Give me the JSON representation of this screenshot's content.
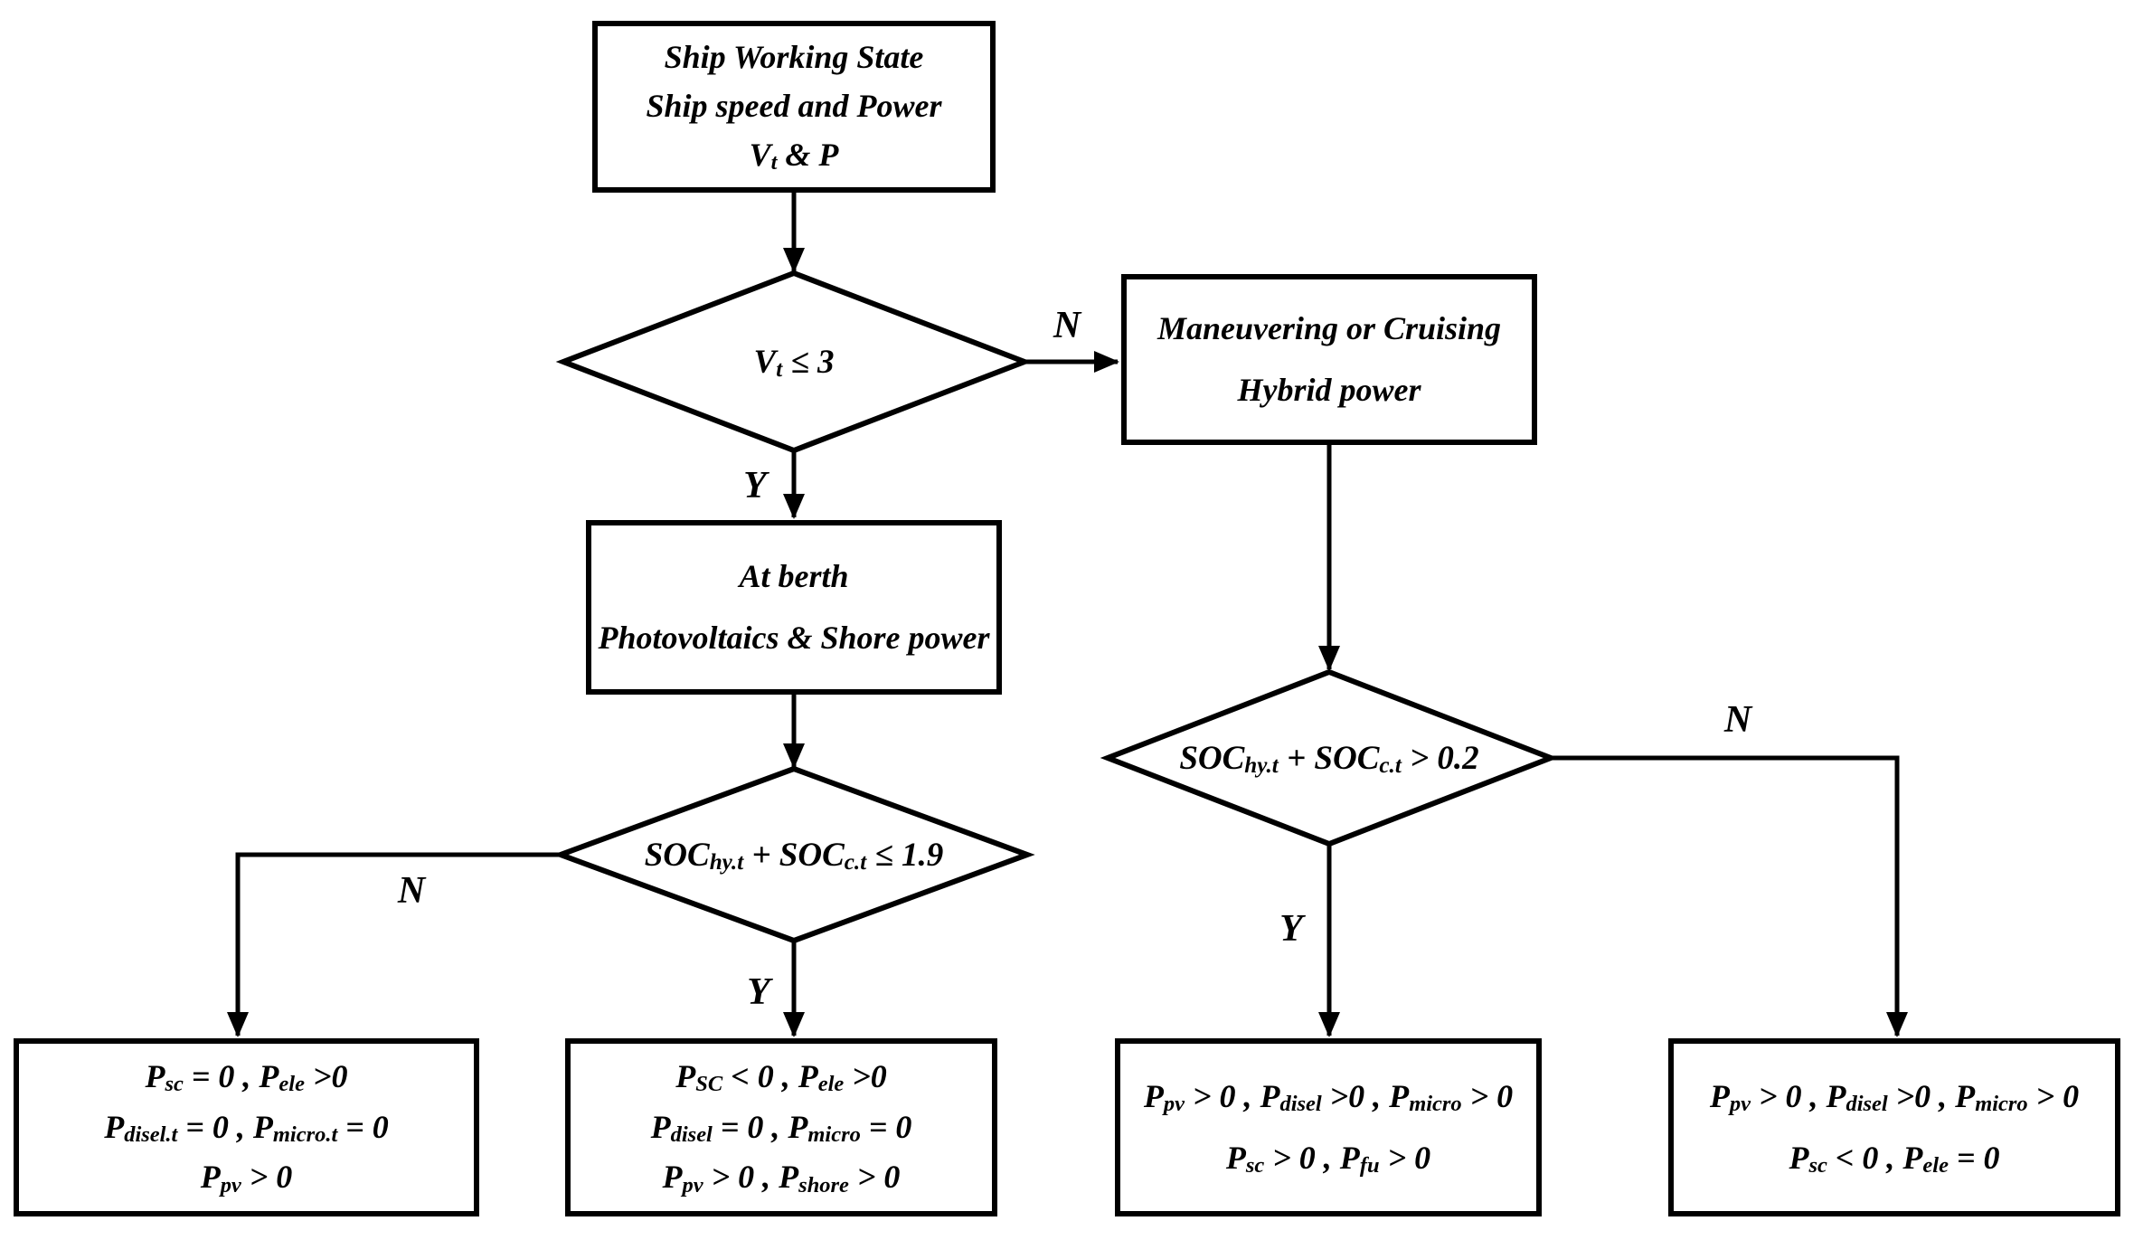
{
  "colors": {
    "ink": "#000000",
    "background": "#ffffff"
  },
  "labels": {
    "speed_no": "N",
    "speed_yes": "Y",
    "soc_berth_no": "N",
    "soc_berth_yes": "Y",
    "soc_cruise_no": "N",
    "soc_cruise_yes": "Y"
  },
  "nodes": {
    "start": {
      "lines": [
        "Ship Working State",
        "Ship speed and Power",
        [
          {
            "t": "V"
          },
          {
            "t": "t",
            "sub": true
          },
          {
            "t": " & P"
          }
        ]
      ]
    },
    "decision_speed": {
      "condition": [
        {
          "t": "V"
        },
        {
          "t": "t",
          "sub": true
        },
        {
          "t": " ≤ 3"
        }
      ]
    },
    "maneuvering": {
      "lines": [
        "Maneuvering or Cruising",
        "Hybrid power"
      ]
    },
    "at_berth": {
      "lines": [
        "At berth",
        "Photovoltaics & Shore power"
      ]
    },
    "decision_soc_berth": {
      "condition": [
        {
          "t": "SOC"
        },
        {
          "t": "hy.t",
          "sub": true
        },
        {
          "t": " + SOC"
        },
        {
          "t": "c.t",
          "sub": true
        },
        {
          "t": " ≤ 1.9"
        }
      ]
    },
    "decision_soc_cruise": {
      "condition": [
        {
          "t": "SOC"
        },
        {
          "t": "hy.t",
          "sub": true
        },
        {
          "t": " + SOC"
        },
        {
          "t": "c.t",
          "sub": true
        },
        {
          "t": " > 0.2"
        }
      ]
    },
    "outcome_berth_no": {
      "lines": [
        [
          {
            "t": "P"
          },
          {
            "t": "sc",
            "sub": true
          },
          {
            "t": " = 0 , P"
          },
          {
            "t": "ele",
            "sub": true
          },
          {
            "t": " >0"
          }
        ],
        [
          {
            "t": "P"
          },
          {
            "t": "disel.t",
            "sub": true
          },
          {
            "t": " = 0 , P"
          },
          {
            "t": "micro.t",
            "sub": true
          },
          {
            "t": " = 0"
          }
        ],
        [
          {
            "t": "P"
          },
          {
            "t": "pv",
            "sub": true
          },
          {
            "t": " > 0"
          }
        ]
      ]
    },
    "outcome_berth_yes": {
      "lines": [
        [
          {
            "t": "P"
          },
          {
            "t": "SC",
            "sub": true
          },
          {
            "t": " < 0 , P"
          },
          {
            "t": "ele",
            "sub": true
          },
          {
            "t": " >0"
          }
        ],
        [
          {
            "t": "P"
          },
          {
            "t": "disel",
            "sub": true
          },
          {
            "t": " = 0 , P"
          },
          {
            "t": "micro",
            "sub": true
          },
          {
            "t": " = 0"
          }
        ],
        [
          {
            "t": "P"
          },
          {
            "t": "pv",
            "sub": true
          },
          {
            "t": " > 0 , P"
          },
          {
            "t": "shore",
            "sub": true
          },
          {
            "t": " > 0"
          }
        ]
      ]
    },
    "outcome_cruise_yes": {
      "lines": [
        [
          {
            "t": "P"
          },
          {
            "t": "pv",
            "sub": true
          },
          {
            "t": " > 0 , P"
          },
          {
            "t": "disel",
            "sub": true
          },
          {
            "t": " >0 , P"
          },
          {
            "t": "micro",
            "sub": true
          },
          {
            "t": " > 0"
          }
        ],
        [
          {
            "t": "P"
          },
          {
            "t": "sc",
            "sub": true
          },
          {
            "t": " > 0 ,  P"
          },
          {
            "t": "fu",
            "sub": true
          },
          {
            "t": " > 0"
          }
        ]
      ]
    },
    "outcome_cruise_no": {
      "lines": [
        [
          {
            "t": "P"
          },
          {
            "t": "pv",
            "sub": true
          },
          {
            "t": " > 0 , P"
          },
          {
            "t": "disel",
            "sub": true
          },
          {
            "t": " >0 , P"
          },
          {
            "t": "micro",
            "sub": true
          },
          {
            "t": " > 0"
          }
        ],
        [
          {
            "t": "P"
          },
          {
            "t": "sc",
            "sub": true
          },
          {
            "t": " < 0 ,  P"
          },
          {
            "t": "ele",
            "sub": true
          },
          {
            "t": " = 0"
          }
        ]
      ]
    }
  }
}
